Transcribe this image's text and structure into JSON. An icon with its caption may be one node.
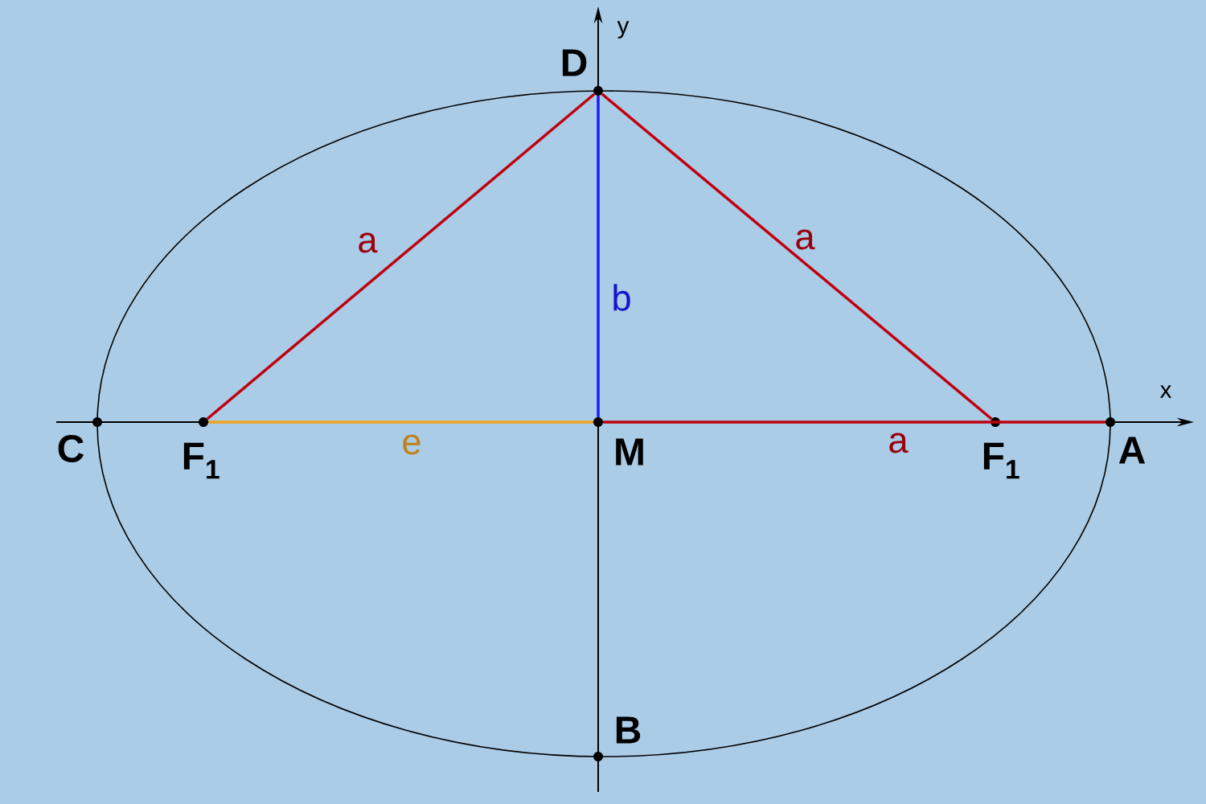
{
  "diagram": {
    "nodes": [
      {
        "text": [
          "D"
        ]
      },
      {
        "text": [
          "C"
        ]
      },
      {
        "text": [
          "F$_{1}$"
        ]
      },
      {
        "text": [
          "M"
        ]
      },
      {
        "text": [
          "F$_{1}$"
        ]
      },
      {
        "text": [
          "A"
        ]
      },
      {
        "text": [
          "B"
        ]
      }
    ],
    "edges": [
      {
        "from": 0,
        "to": 2,
        "arrow": "none",
        "label": "a"
      },
      {
        "from": 0,
        "to": 4,
        "arrow": "none",
        "label": "a"
      },
      {
        "from": 0,
        "to": 3,
        "arrow": "none",
        "label": "b",
        "color": "#1a1aff"
      },
      {
        "from": 2,
        "to": 3,
        "arrow": "none",
        "label": "e",
        "color": "#f0a020"
      },
      {
        "from": 3,
        "to": 5,
        "arrow": "none",
        "label": "a"
      }
    ],
    "labels": [
      "y",
      "x"
    ]
  }
}
